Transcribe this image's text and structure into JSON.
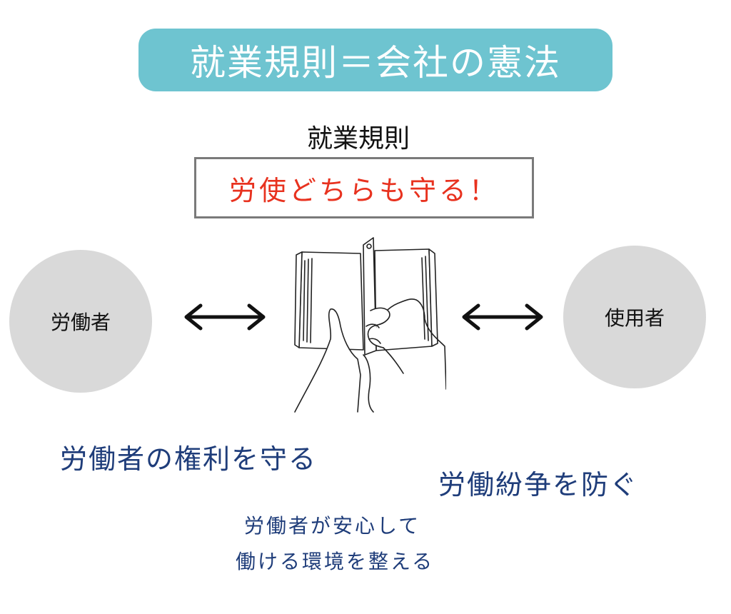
{
  "title": "就業規則＝会社の憲法",
  "rules": {
    "label": "就業規則",
    "box_text": "労使どちらも守る！"
  },
  "parties": {
    "left": "労働者",
    "right": "使用者"
  },
  "captions": {
    "left": "労働者の権利を守る",
    "right": "労働紛争を防ぐ",
    "bottom_line1": "労働者が安心して",
    "bottom_line2": "働ける環境を整える"
  },
  "colors": {
    "banner": "#6ec4d0",
    "accent_red": "#e8321f",
    "caption_blue": "#1f3d7a",
    "circle_gray": "#d9d9d9"
  },
  "icons": {
    "center": "open-book-hands-icon",
    "arrows": "double-arrow-icon"
  }
}
